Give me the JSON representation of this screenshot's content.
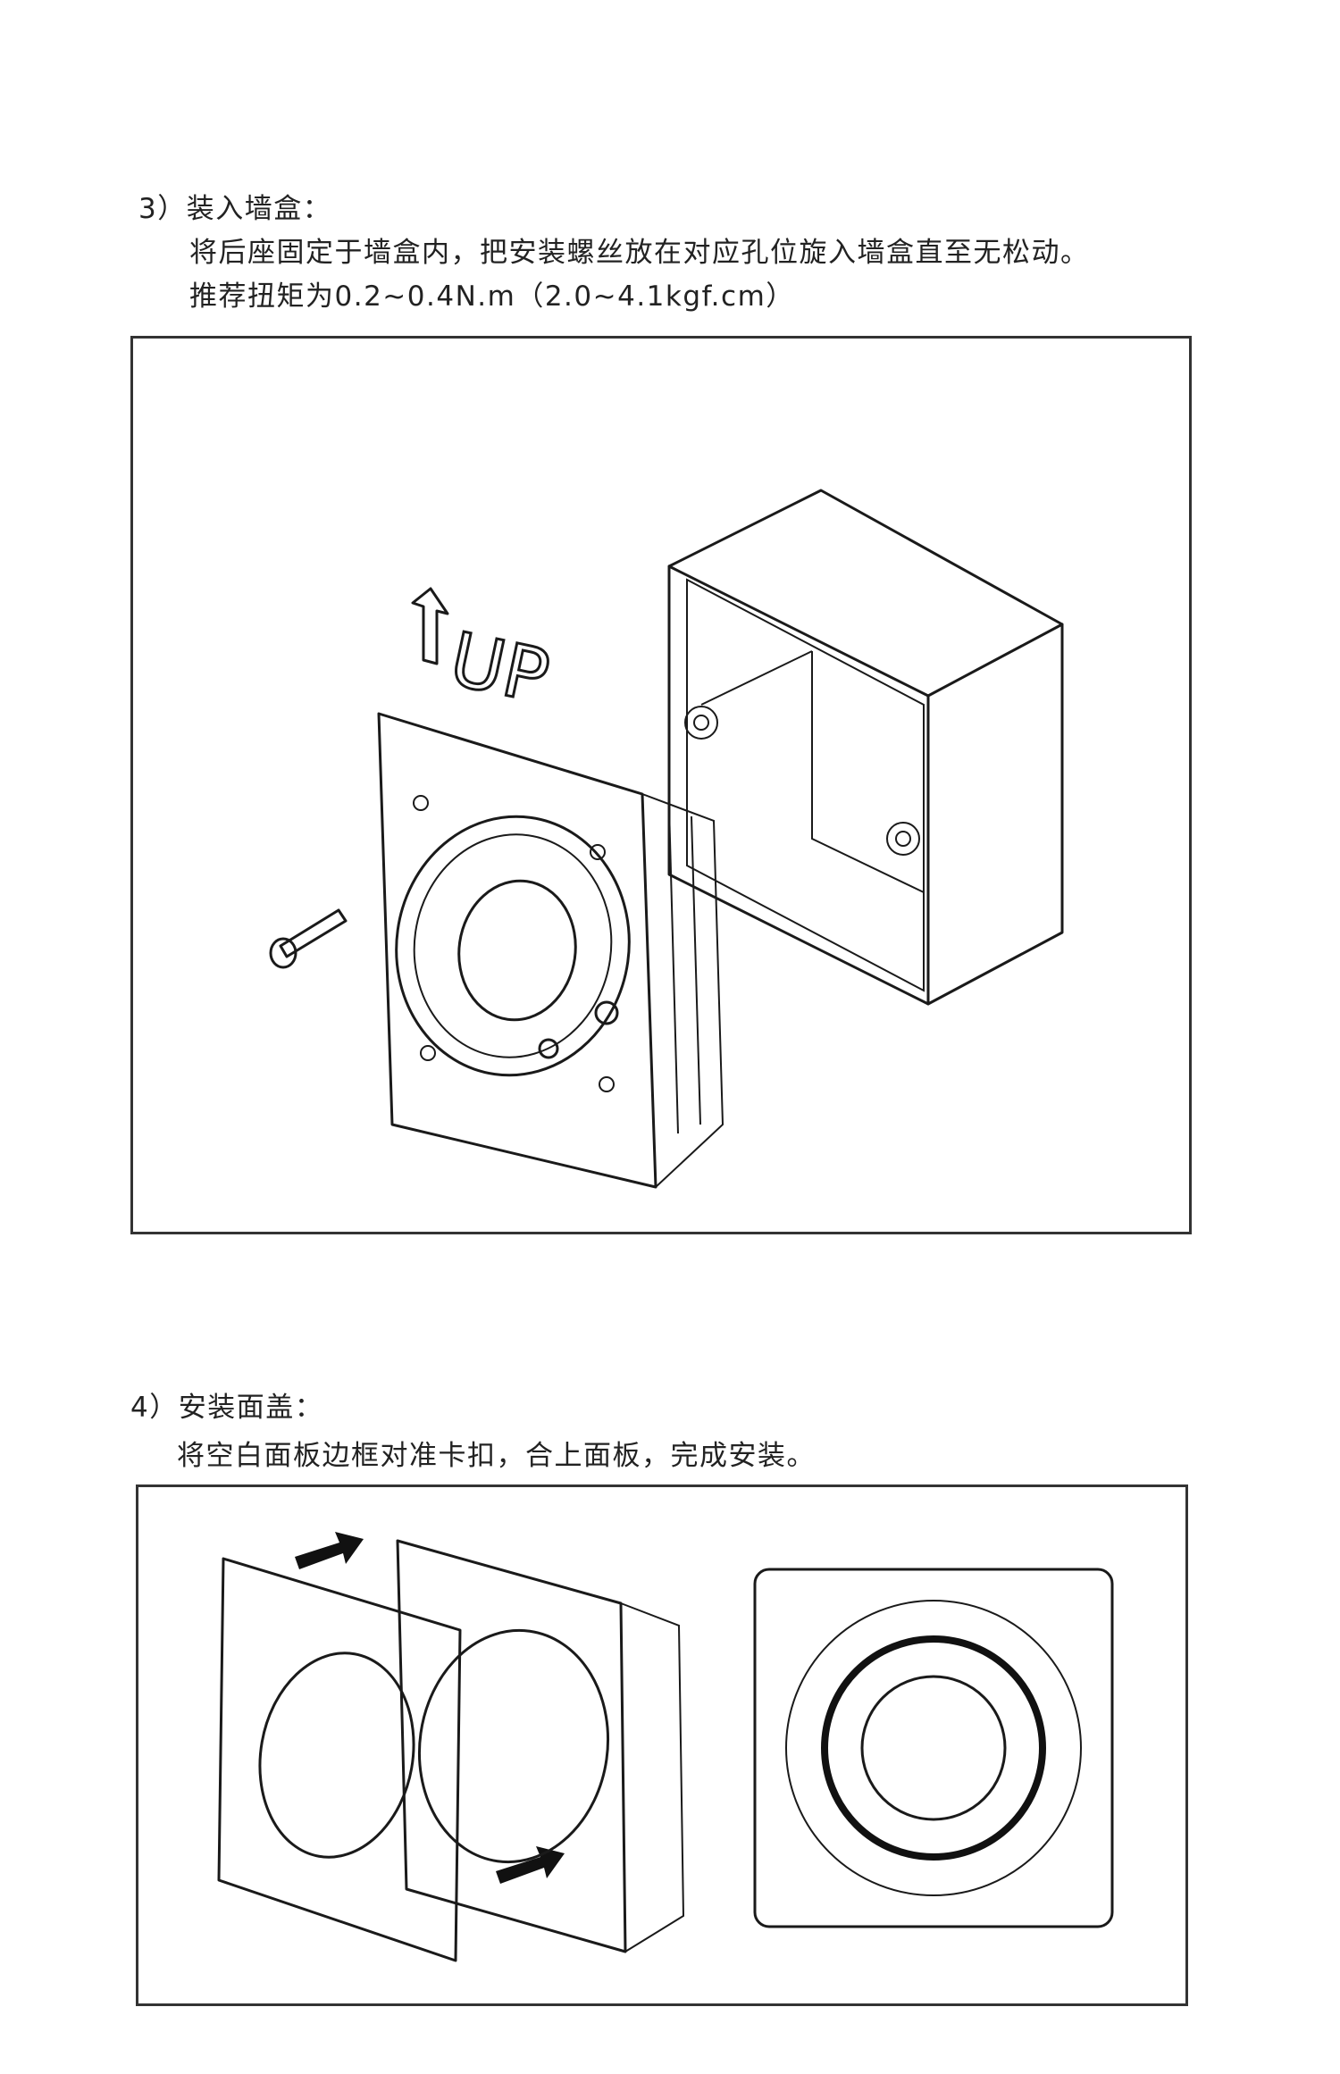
{
  "step3": {
    "heading": "3）装入墙盒：",
    "line1": "将后座固定于墙盒内，把安装螺丝放在对应孔位旋入墙盒直至无松动。",
    "line2": "推荐扭矩为0.2~0.4N.m（2.0~4.1kgf.cm）",
    "figure_label": "UP"
  },
  "step4": {
    "heading": "4）安装面盖：",
    "line1": "将空白面板边框对准卡扣，合上面板，完成安装。"
  }
}
